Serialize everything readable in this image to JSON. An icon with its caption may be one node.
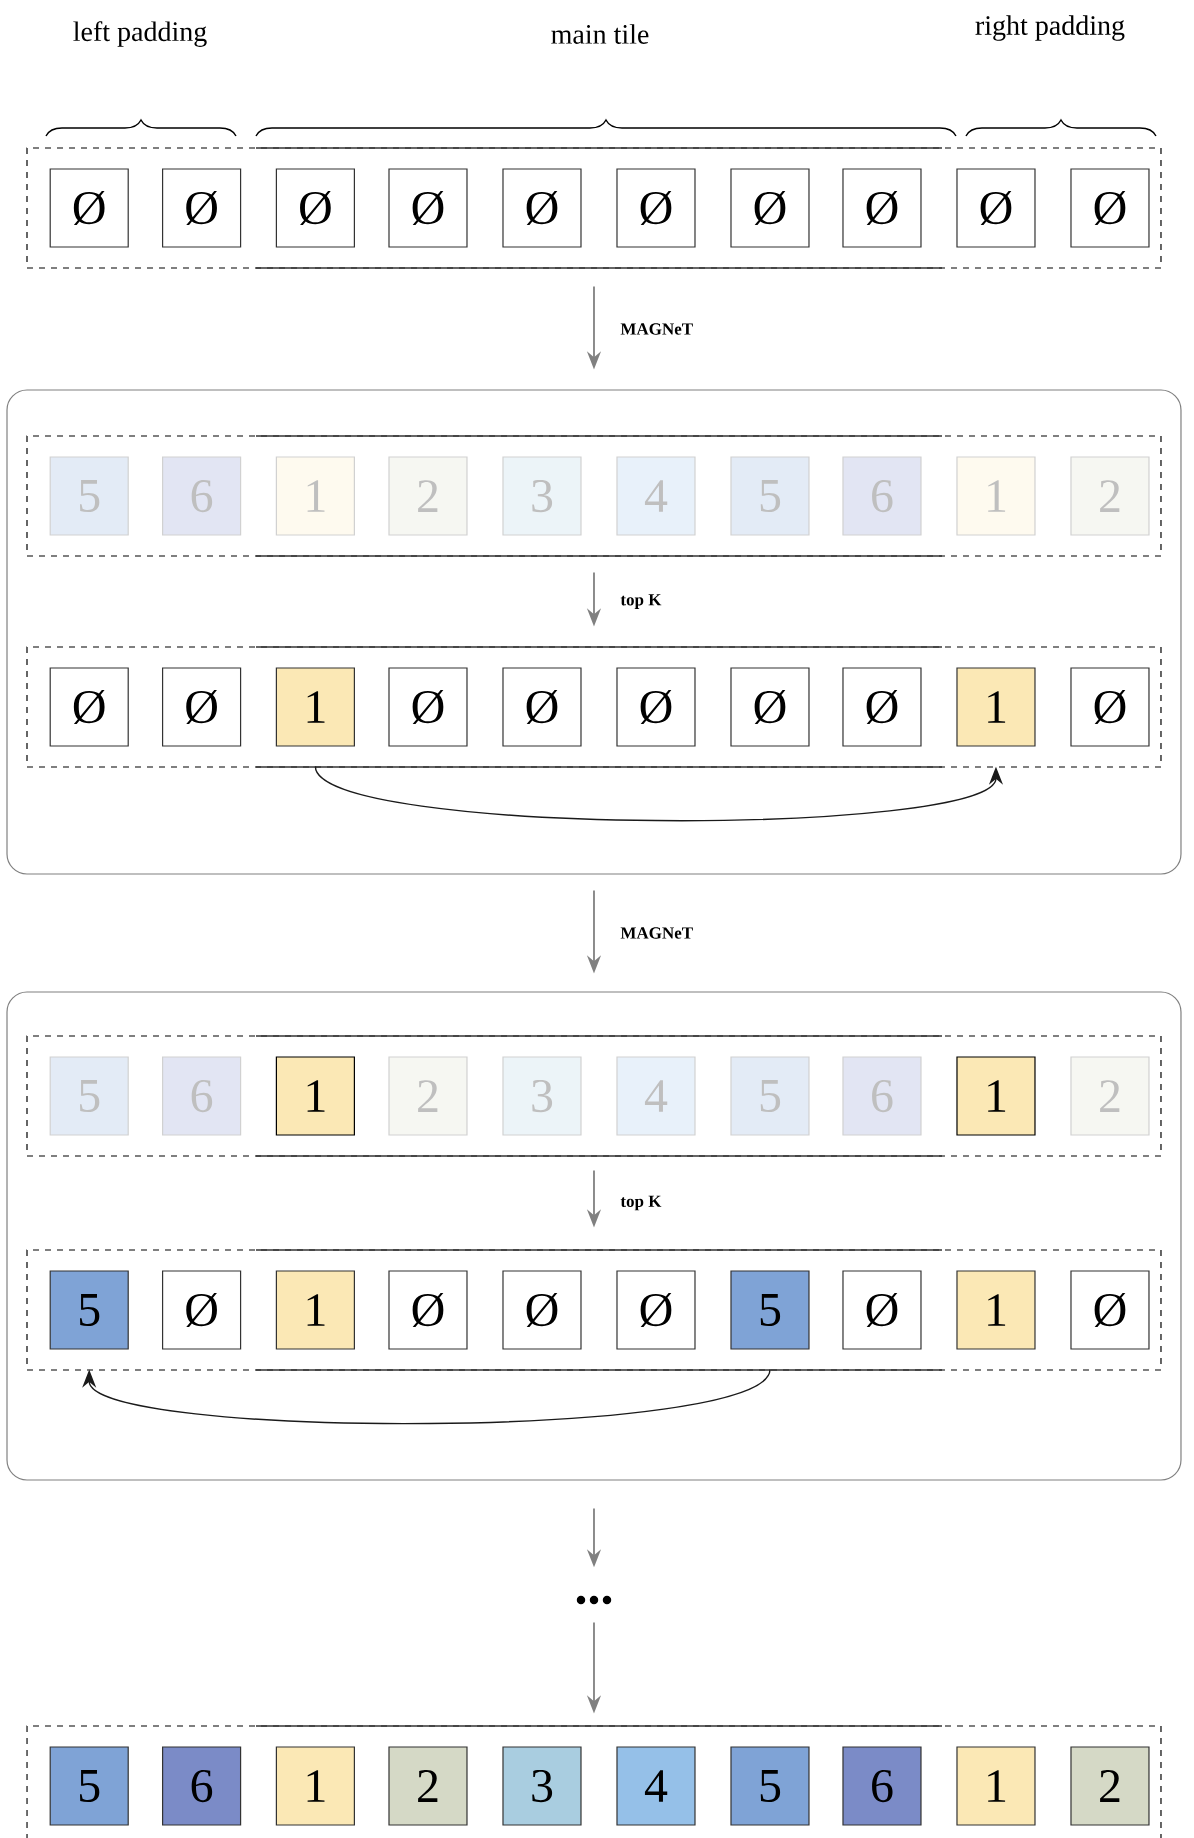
{
  "diagram": {
    "nodes": [
      {
        "text": [],
        "shape": "box"
      },
      {
        "text": [
          "Ø"
        ],
        "in": 0
      },
      {
        "text": [
          "Ø"
        ],
        "in": 0
      },
      {
        "text": [
          "Ø"
        ],
        "in": 0
      },
      {
        "text": [
          "Ø"
        ],
        "in": 0
      },
      {
        "text": [
          "Ø"
        ],
        "in": 0
      },
      {
        "text": [
          "Ø"
        ],
        "in": 0
      },
      {
        "text": [
          "Ø"
        ],
        "in": 0
      },
      {
        "text": [
          "Ø"
        ],
        "in": 0
      },
      {
        "text": [
          "Ø"
        ],
        "in": 0
      },
      {
        "text": [
          "Ø"
        ],
        "in": 0
      },
      {
        "text": [],
        "shape": "box"
      },
      {
        "text": [],
        "shape": "box",
        "in": 11
      },
      {
        "text": [
          "5"
        ],
        "in": 12
      },
      {
        "text": [
          "6"
        ],
        "in": 12
      },
      {
        "text": [
          "1"
        ],
        "in": 12
      },
      {
        "text": [
          "2"
        ],
        "in": 12
      },
      {
        "text": [
          "3"
        ],
        "in": 12
      },
      {
        "text": [
          "4"
        ],
        "in": 12
      },
      {
        "text": [
          "5"
        ],
        "in": 12
      },
      {
        "text": [
          "6"
        ],
        "in": 12
      },
      {
        "text": [
          "1"
        ],
        "in": 12
      },
      {
        "text": [
          "2"
        ],
        "in": 12
      },
      {
        "text": [],
        "shape": "box",
        "in": 11
      },
      {
        "text": [
          "Ø"
        ],
        "in": 23
      },
      {
        "text": [
          "Ø"
        ],
        "in": 23
      },
      {
        "text": [
          "1"
        ],
        "in": 23
      },
      {
        "text": [
          "Ø"
        ],
        "in": 23
      },
      {
        "text": [
          "Ø"
        ],
        "in": 23
      },
      {
        "text": [
          "Ø"
        ],
        "in": 23
      },
      {
        "text": [
          "Ø"
        ],
        "in": 23
      },
      {
        "text": [
          "Ø"
        ],
        "in": 23
      },
      {
        "text": [
          "1"
        ],
        "in": 23
      },
      {
        "text": [
          "Ø"
        ],
        "in": 23
      },
      {
        "text": [],
        "shape": "box"
      },
      {
        "text": [],
        "shape": "box",
        "in": 34
      },
      {
        "text": [
          "5"
        ],
        "in": 35
      },
      {
        "text": [
          "6"
        ],
        "in": 35
      },
      {
        "text": [
          "1"
        ],
        "in": 35
      },
      {
        "text": [
          "2"
        ],
        "in": 35
      },
      {
        "text": [
          "3"
        ],
        "in": 35
      },
      {
        "text": [
          "4"
        ],
        "in": 35
      },
      {
        "text": [
          "5"
        ],
        "in": 35
      },
      {
        "text": [
          "6"
        ],
        "in": 35
      },
      {
        "text": [
          "1"
        ],
        "in": 35
      },
      {
        "text": [
          "2"
        ],
        "in": 35
      },
      {
        "text": [],
        "shape": "box",
        "in": 34
      },
      {
        "text": [
          "5"
        ],
        "in": 46
      },
      {
        "text": [
          "Ø"
        ],
        "in": 46
      },
      {
        "text": [
          "1"
        ],
        "in": 46
      },
      {
        "text": [
          "Ø"
        ],
        "in": 46
      },
      {
        "text": [
          "Ø"
        ],
        "in": 46
      },
      {
        "text": [
          "Ø"
        ],
        "in": 46
      },
      {
        "text": [
          "5"
        ],
        "in": 46
      },
      {
        "text": [
          "Ø"
        ],
        "in": 46
      },
      {
        "text": [
          "1"
        ],
        "in": 46
      },
      {
        "text": [
          "Ø"
        ],
        "in": 46
      },
      {
        "text": [
          "..."
        ]
      },
      {
        "text": [],
        "shape": "box"
      },
      {
        "text": [
          "5"
        ],
        "in": 58
      },
      {
        "text": [
          "6"
        ],
        "in": 58
      },
      {
        "text": [
          "1"
        ],
        "in": 58
      },
      {
        "text": [
          "2"
        ],
        "in": 58
      },
      {
        "text": [
          "3"
        ],
        "in": 58
      },
      {
        "text": [
          "4"
        ],
        "in": 58
      },
      {
        "text": [
          "5"
        ],
        "in": 58
      },
      {
        "text": [
          "6"
        ],
        "in": 58
      },
      {
        "text": [
          "1"
        ],
        "in": 58
      },
      {
        "text": [
          "2"
        ],
        "in": 58
      }
    ],
    "edges": [
      {
        "from": 0,
        "to": 11,
        "arrow": "to",
        "label": "MAGNeT"
      },
      {
        "from": 12,
        "to": 23,
        "arrow": "to",
        "label": "top K"
      },
      {
        "from": 11,
        "to": 34,
        "arrow": "to",
        "label": "MAGNeT"
      },
      {
        "from": 35,
        "to": 46,
        "arrow": "to",
        "label": "top K"
      },
      {
        "from": 34,
        "to": 57,
        "arrow": "to"
      },
      {
        "from": 57,
        "to": 58,
        "arrow": "to"
      },
      {
        "from": 26,
        "to": 32,
        "arrow": "to",
        "color": "#1a1a1a"
      },
      {
        "from": 53,
        "to": 47,
        "arrow": "to",
        "color": "#1a1a1a"
      }
    ],
    "labels": [
      "left padding",
      "main tile",
      "right padding"
    ]
  }
}
